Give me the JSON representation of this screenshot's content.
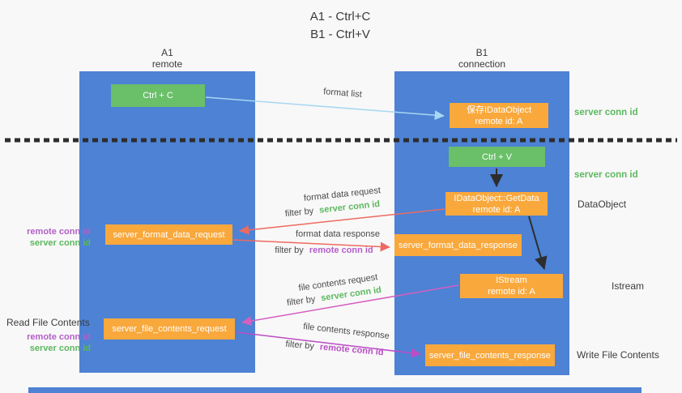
{
  "title": {
    "line1": "A1 - Ctrl+C",
    "line2": "B1 - Ctrl+V"
  },
  "lanes": {
    "left": {
      "name": "A1",
      "role": "remote"
    },
    "right": {
      "name": "B1",
      "role": "connection"
    }
  },
  "nodes": {
    "ctrl_c": "Ctrl + C",
    "save_idataobject": {
      "title": "保存IDataObject",
      "subtitle": "remote id: A"
    },
    "ctrl_v": "Ctrl + V",
    "getdata": {
      "title": "IDataObject::GetData",
      "subtitle": "remote id: A"
    },
    "server_format_data_request": "server_format_data_request",
    "server_format_data_response": "server_format_data_response",
    "istream": {
      "title": "IStream",
      "subtitle": "remote id: A"
    },
    "server_file_contents_request": "server_file_contents_request",
    "server_file_contents_response": "server_file_contents_response"
  },
  "arrow_labels": {
    "format_list": "format list",
    "format_data_request": "format data request",
    "format_data_response": "format data response",
    "file_contents_request": "file contents request",
    "file_contents_response": "file contents response",
    "filter_by": "filter by",
    "server_conn_id": "server conn id",
    "remote_conn_id": "remote conn id"
  },
  "annotations": {
    "server_conn_id_top": "server conn id",
    "server_conn_id_mid": "server conn id",
    "dataobject": "DataObject",
    "istream": "Istream",
    "read_file_contents": "Read File Contents",
    "write_file_contents": "Write File Contents",
    "remote_conn_id": "remote conn id",
    "server_conn_id": "server conn id"
  },
  "colors": {
    "lane_blue": "#4d82d4",
    "node_orange": "#f9a83c",
    "node_green": "#6abf69",
    "arrow_red": "#ed6a60",
    "arrow_magenta": "#bb4dc6",
    "arrow_pink": "#d55fc0",
    "arrow_lightblue": "#a9d7f2",
    "arrow_black": "#2d2d2d",
    "text_purple": "#b35fc9",
    "text_green": "#5cb85f"
  }
}
